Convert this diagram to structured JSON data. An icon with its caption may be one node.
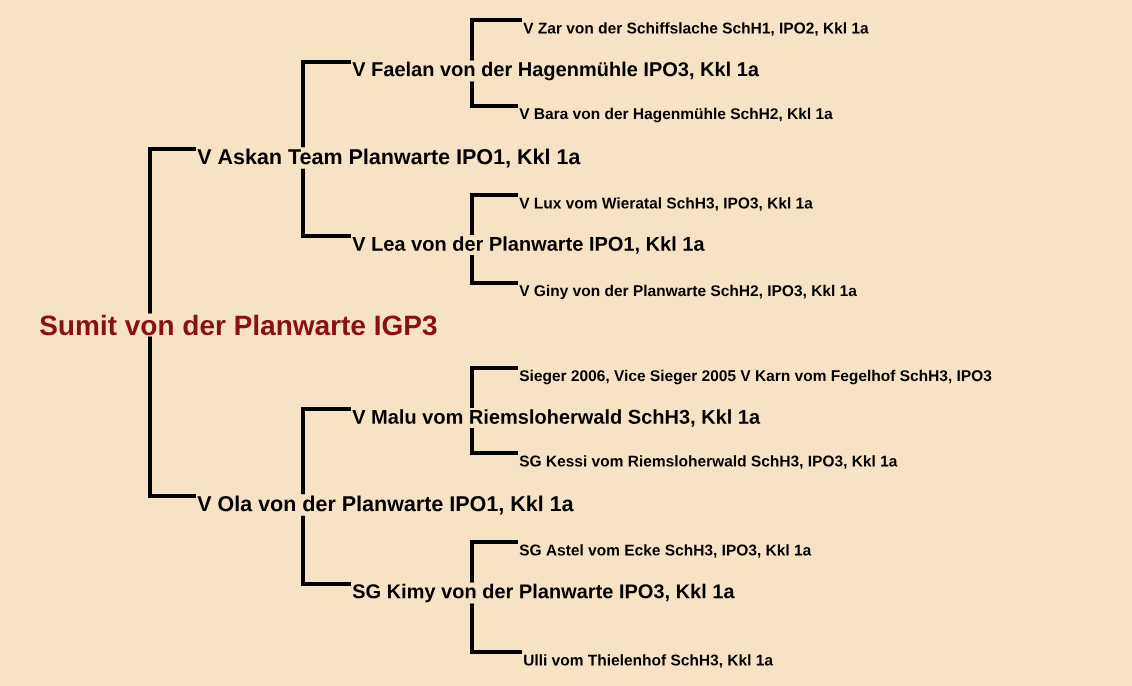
{
  "diagram": {
    "nodes": [
      {
        "text": [
          "Sumit von der Planwarte IGP3"
        ]
      },
      {
        "text": [
          "V Askan Team Planwarte IPO1, Kkl 1a"
        ]
      },
      {
        "text": [
          "V Faelan von der Hagenmühle IPO3, Kkl 1a"
        ]
      },
      {
        "text": [
          "V Zar von der Schiffslache SchH1, IPO2, Kkl 1a"
        ]
      },
      {
        "text": [
          "V Bara von der Hagenmühle SchH2, Kkl 1a"
        ]
      },
      {
        "text": [
          "V Lea von der Planwarte IPO1, Kkl 1a"
        ]
      },
      {
        "text": [
          "V Lux vom Wieratal SchH3, IPO3, Kkl 1a"
        ]
      },
      {
        "text": [
          "V Giny von der Planwarte SchH2, IPO3, Kkl 1a"
        ]
      },
      {
        "text": [
          "V Ola von der Planwarte IPO1, Kkl 1a"
        ]
      },
      {
        "text": [
          "V Malu vom Riemsloherwald SchH3, Kkl 1a"
        ]
      },
      {
        "text": [
          "Sieger 2006, Vice Sieger 2005 V Karn vom Fegelhof SchH3, IPO3"
        ]
      },
      {
        "text": [
          "SG Kessi vom Riemsloherwald SchH3, IPO3, Kkl 1a"
        ]
      },
      {
        "text": [
          "SG Kimy von der Planwarte IPO3, Kkl 1a"
        ]
      },
      {
        "text": [
          "SG Astel vom Ecke SchH3, IPO3, Kkl 1a"
        ]
      },
      {
        "text": [
          "Ulli vom Thielenhof SchH3, Kkl 1a"
        ]
      }
    ],
    "edges": [
      {
        "from": 0,
        "to": 1,
        "arrow": "none"
      },
      {
        "from": 0,
        "to": 8,
        "arrow": "none"
      },
      {
        "from": 1,
        "to": 2,
        "arrow": "none"
      },
      {
        "from": 1,
        "to": 5,
        "arrow": "none"
      },
      {
        "from": 2,
        "to": 3,
        "arrow": "none"
      },
      {
        "from": 2,
        "to": 4,
        "arrow": "none"
      },
      {
        "from": 5,
        "to": 6,
        "arrow": "none"
      },
      {
        "from": 5,
        "to": 7,
        "arrow": "none"
      },
      {
        "from": 8,
        "to": 9,
        "arrow": "none"
      },
      {
        "from": 8,
        "to": 12,
        "arrow": "none"
      },
      {
        "from": 9,
        "to": 10,
        "arrow": "none"
      },
      {
        "from": 9,
        "to": 11,
        "arrow": "none"
      },
      {
        "from": 12,
        "to": 13,
        "arrow": "none"
      },
      {
        "from": 12,
        "to": 14,
        "arrow": "none"
      }
    ]
  }
}
